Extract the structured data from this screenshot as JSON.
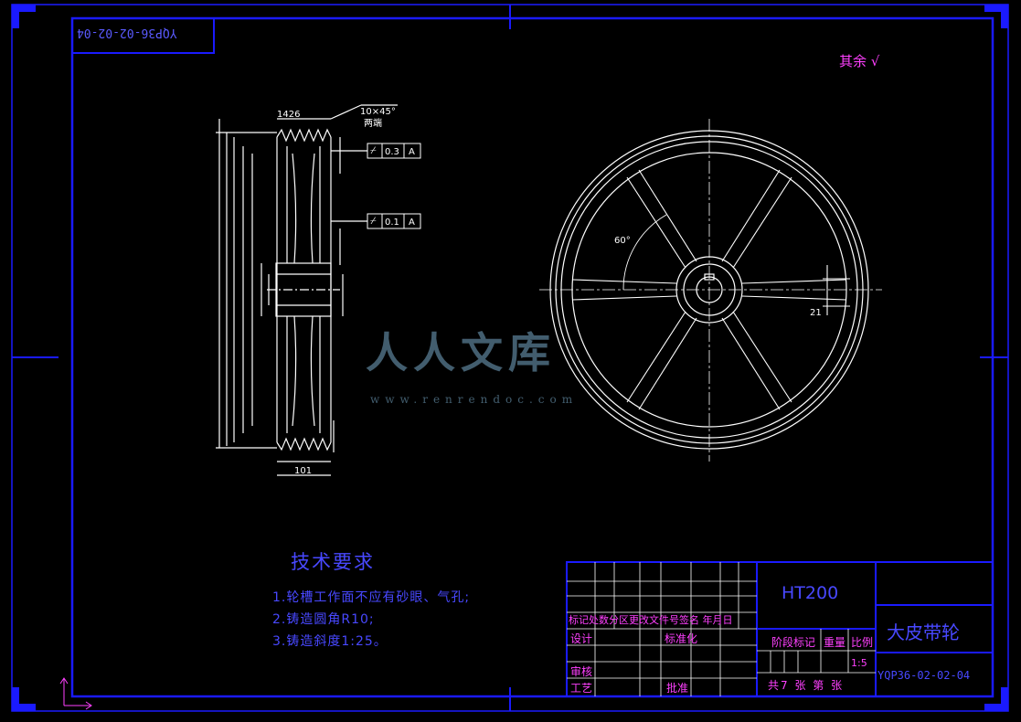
{
  "drawing": {
    "code_box": "YQP36-02-02-04",
    "surface_note": "其余",
    "tech_req_title": "技术要求",
    "requirements": [
      "1.轮槽工作面不应有砂眼、气孔;",
      "2.铸造圆角R10;",
      "3.铸造斜度1:25。"
    ],
    "dims": {
      "top_width": "1426",
      "chamfer": "10×45°",
      "chamfer_note": "两端",
      "tol1_val": "0.3",
      "tol1_ref": "A",
      "tol2_val": "0.1",
      "tol2_ref": "A",
      "bottom_width": "101",
      "angle": "60°",
      "note_21": "21"
    },
    "title_block": {
      "material": "HT200",
      "part_name": "大皮带轮",
      "drawing_no": "YQP36-02-02-04",
      "scale": "1:5",
      "row_headers": "标记处数分区更改文件号签名 年月日",
      "design": "设计",
      "standardize": "标准化",
      "review": "审核",
      "process": "工艺",
      "approve": "批准",
      "stage_mark": "阶段标记",
      "weight": "重量",
      "ratio": "比例",
      "sheets": "共7 张 第 张"
    },
    "watermark": {
      "text": "人人文库",
      "url": "www.renrendoc.com"
    }
  },
  "colors": {
    "border": "#1010ff",
    "lines": "#ffffff",
    "text_magenta": "#ff40ff",
    "text_blue": "#4848ff"
  }
}
